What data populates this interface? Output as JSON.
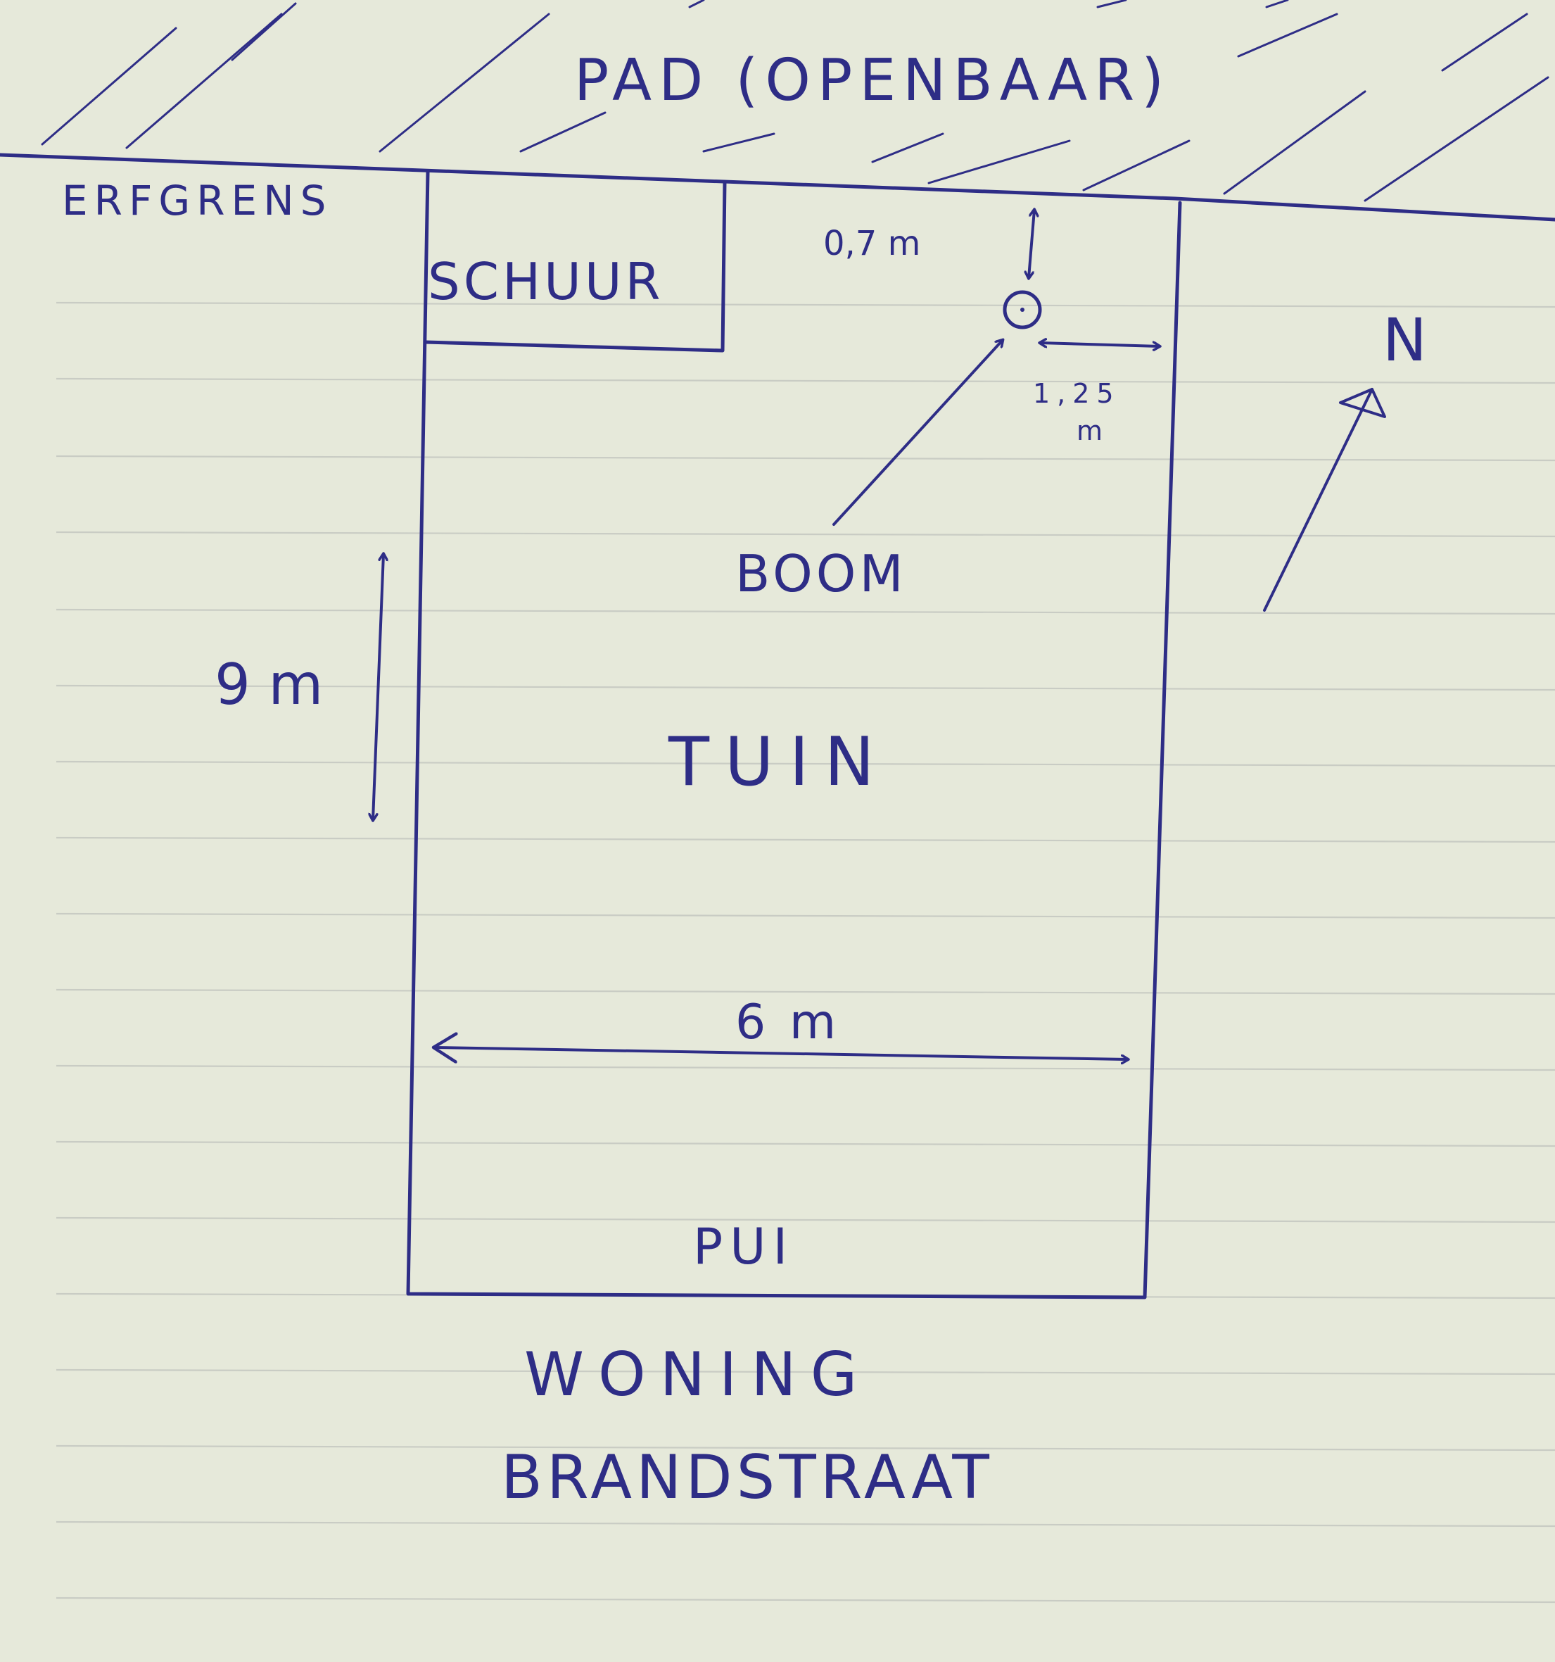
{
  "labels": {
    "path": "PAD (OPENBAAR)",
    "boundary": "ERFGRENS",
    "shed": "SCHUUR",
    "tree": "BOOM",
    "garden": "TUIN",
    "facade": "PUI",
    "house": "WONING",
    "street": "BRANDSTRAAT",
    "north": "N"
  },
  "dimensions": {
    "tree_to_path": "0,7 m",
    "tree_to_side_1": "1,25",
    "tree_to_side_2": "m",
    "garden_length": "9 m",
    "garden_width": "6 m"
  },
  "colors": {
    "paper": "#e6e9da",
    "ink": "#2e2d86",
    "ruled_line": "#c9ccc4"
  }
}
